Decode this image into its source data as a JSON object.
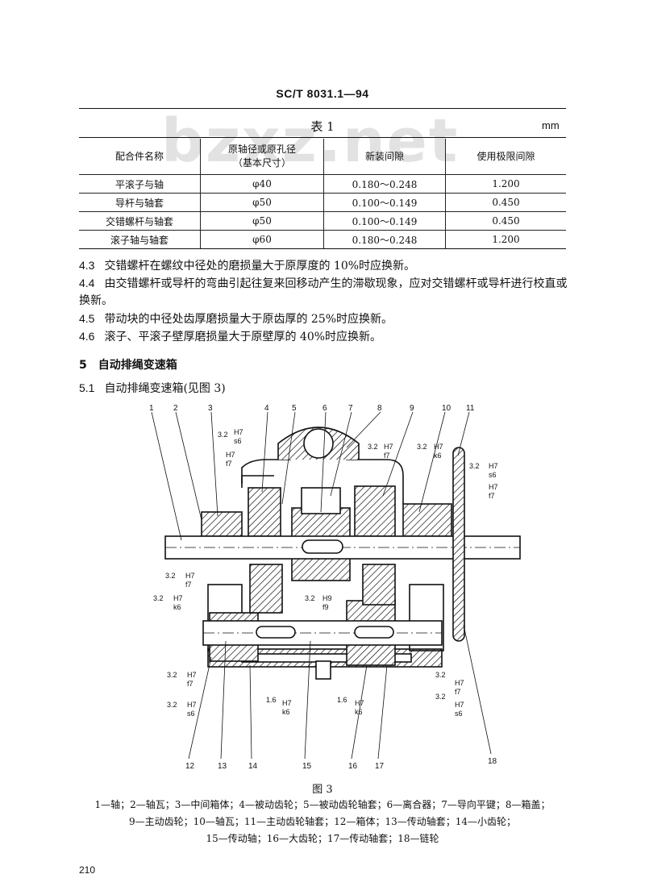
{
  "header": {
    "standard_code": "SC/T 8031.1—94"
  },
  "watermark": "bzxz.net",
  "table1": {
    "caption": "表 1",
    "unit": "mm",
    "headers": [
      "配合件名称",
      "原轴径或原孔径",
      "（基本尺寸）",
      "新装间隙",
      "使用极限间隙"
    ],
    "rows": [
      [
        "平滚子与轴",
        "φ40",
        "0.180～0.248",
        "1.200"
      ],
      [
        "导杆与轴套",
        "φ50",
        "0.100～0.149",
        "0.450"
      ],
      [
        "交错螺杆与轴套",
        "φ50",
        "0.100～0.149",
        "0.450"
      ],
      [
        "滚子轴与轴套",
        "φ60",
        "0.180～0.248",
        "1.200"
      ]
    ]
  },
  "clauses": [
    {
      "num": "4.3",
      "text": "交错螺杆在螺纹中径处的磨损量大于原厚度的 10%时应换新。"
    },
    {
      "num": "4.4",
      "text": "由交错螺杆或导杆的弯曲引起往复来回移动产生的滞歇现象，应对交错螺杆或导杆进行校直或"
    },
    {
      "num": "",
      "text": "换新。"
    },
    {
      "num": "4.5",
      "text": "带动块的中径处齿厚磨损量大于原齿厚的 25%时应换新。"
    },
    {
      "num": "4.6",
      "text": "滚子、平滚子壁厚磨损量大于原壁厚的 40%时应换新。"
    }
  ],
  "section5": {
    "num": "5",
    "title": "自动排绳变速箱"
  },
  "clause51": {
    "num": "5.1",
    "text": "自动排绳变速箱(见图 3)"
  },
  "figure": {
    "callouts": [
      "1",
      "2",
      "3",
      "4",
      "5",
      "6",
      "7",
      "8",
      "9",
      "10",
      "11",
      "12",
      "13",
      "14",
      "15",
      "16",
      "17",
      "18"
    ],
    "fits": [
      "H7",
      "s6",
      "H7",
      "f7",
      "H7",
      "f7",
      "H7",
      "k6",
      "H7",
      "s6",
      "H7",
      "f7",
      "H7",
      "f7",
      "H7",
      "k6",
      "H9",
      "f9",
      "H7",
      "f7",
      "H7",
      "s6",
      "H7",
      "k6",
      "H7",
      "k6",
      "H7",
      "f7",
      "H7",
      "s6"
    ],
    "roughness": [
      "3.2",
      "1.6"
    ],
    "title": "图 3"
  },
  "legend": [
    "1—轴；2—轴瓦；3—中间箱体；4—被动齿轮；5—被动齿轮轴套；6—离合器；7—导向平键；8—箱盖；",
    "9—主动齿轮；10—轴瓦；11—主动齿轮轴套；12—箱体；13—传动轴套；14—小齿轮；",
    "15—传动轴；16—大齿轮；17—传动轴套；18—链轮"
  ],
  "page_number": "210"
}
